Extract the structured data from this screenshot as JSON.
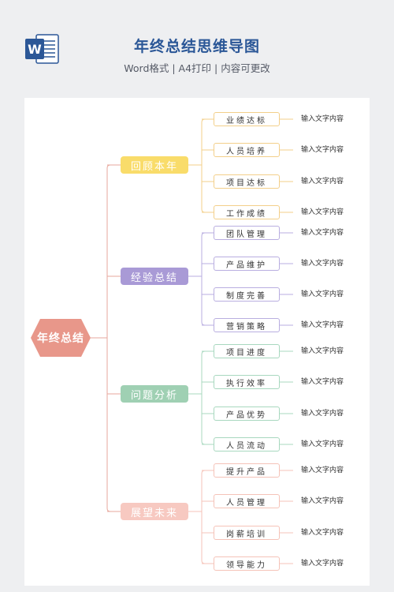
{
  "header": {
    "title": "年终总结思维导图",
    "subtitle": "Word格式 | A4打印 | 内容可更改",
    "app_icon": "word-icon",
    "app_icon_letter": "W"
  },
  "colors": {
    "word_blue": "#2b5797",
    "root": "#e8978a",
    "yellow": "#f9dc6a",
    "purple": "#a99ad6",
    "green": "#9fd0b3",
    "pink": "#f7c9c1"
  },
  "mindmap": {
    "root": "年终总结",
    "branches": [
      {
        "label": "回顾本年",
        "color": "#f9dc6a",
        "line": "#f3cf8a",
        "leaves": [
          {
            "label": "业绩达标",
            "note": "输入文字内容"
          },
          {
            "label": "人员培养",
            "note": "输入文字内容"
          },
          {
            "label": "项目达标",
            "note": "输入文字内容"
          },
          {
            "label": "工作成绩",
            "note": "输入文字内容"
          }
        ]
      },
      {
        "label": "经验总结",
        "color": "#a99ad6",
        "line": "#b9aee0",
        "leaves": [
          {
            "label": "团队管理",
            "note": "输入文字内容"
          },
          {
            "label": "产品维护",
            "note": "输入文字内容"
          },
          {
            "label": "制度完善",
            "note": "输入文字内容"
          },
          {
            "label": "营销策略",
            "note": "输入文字内容"
          }
        ]
      },
      {
        "label": "问题分析",
        "color": "#9fd0b3",
        "line": "#a8d8bf",
        "leaves": [
          {
            "label": "项目进度",
            "note": "输入文字内容"
          },
          {
            "label": "执行效率",
            "note": "输入文字内容"
          },
          {
            "label": "产品优势",
            "note": "输入文字内容"
          },
          {
            "label": "人员流动",
            "note": "输入文字内容"
          }
        ]
      },
      {
        "label": "展望未来",
        "color": "#f7c9c1",
        "line": "#f5c3b8",
        "leaves": [
          {
            "label": "提升产品",
            "note": "输入文字内容"
          },
          {
            "label": "人员管理",
            "note": "输入文字内容"
          },
          {
            "label": "岗薪培训",
            "note": "输入文字内容"
          },
          {
            "label": "领导能力",
            "note": "输入文字内容"
          }
        ]
      }
    ]
  }
}
